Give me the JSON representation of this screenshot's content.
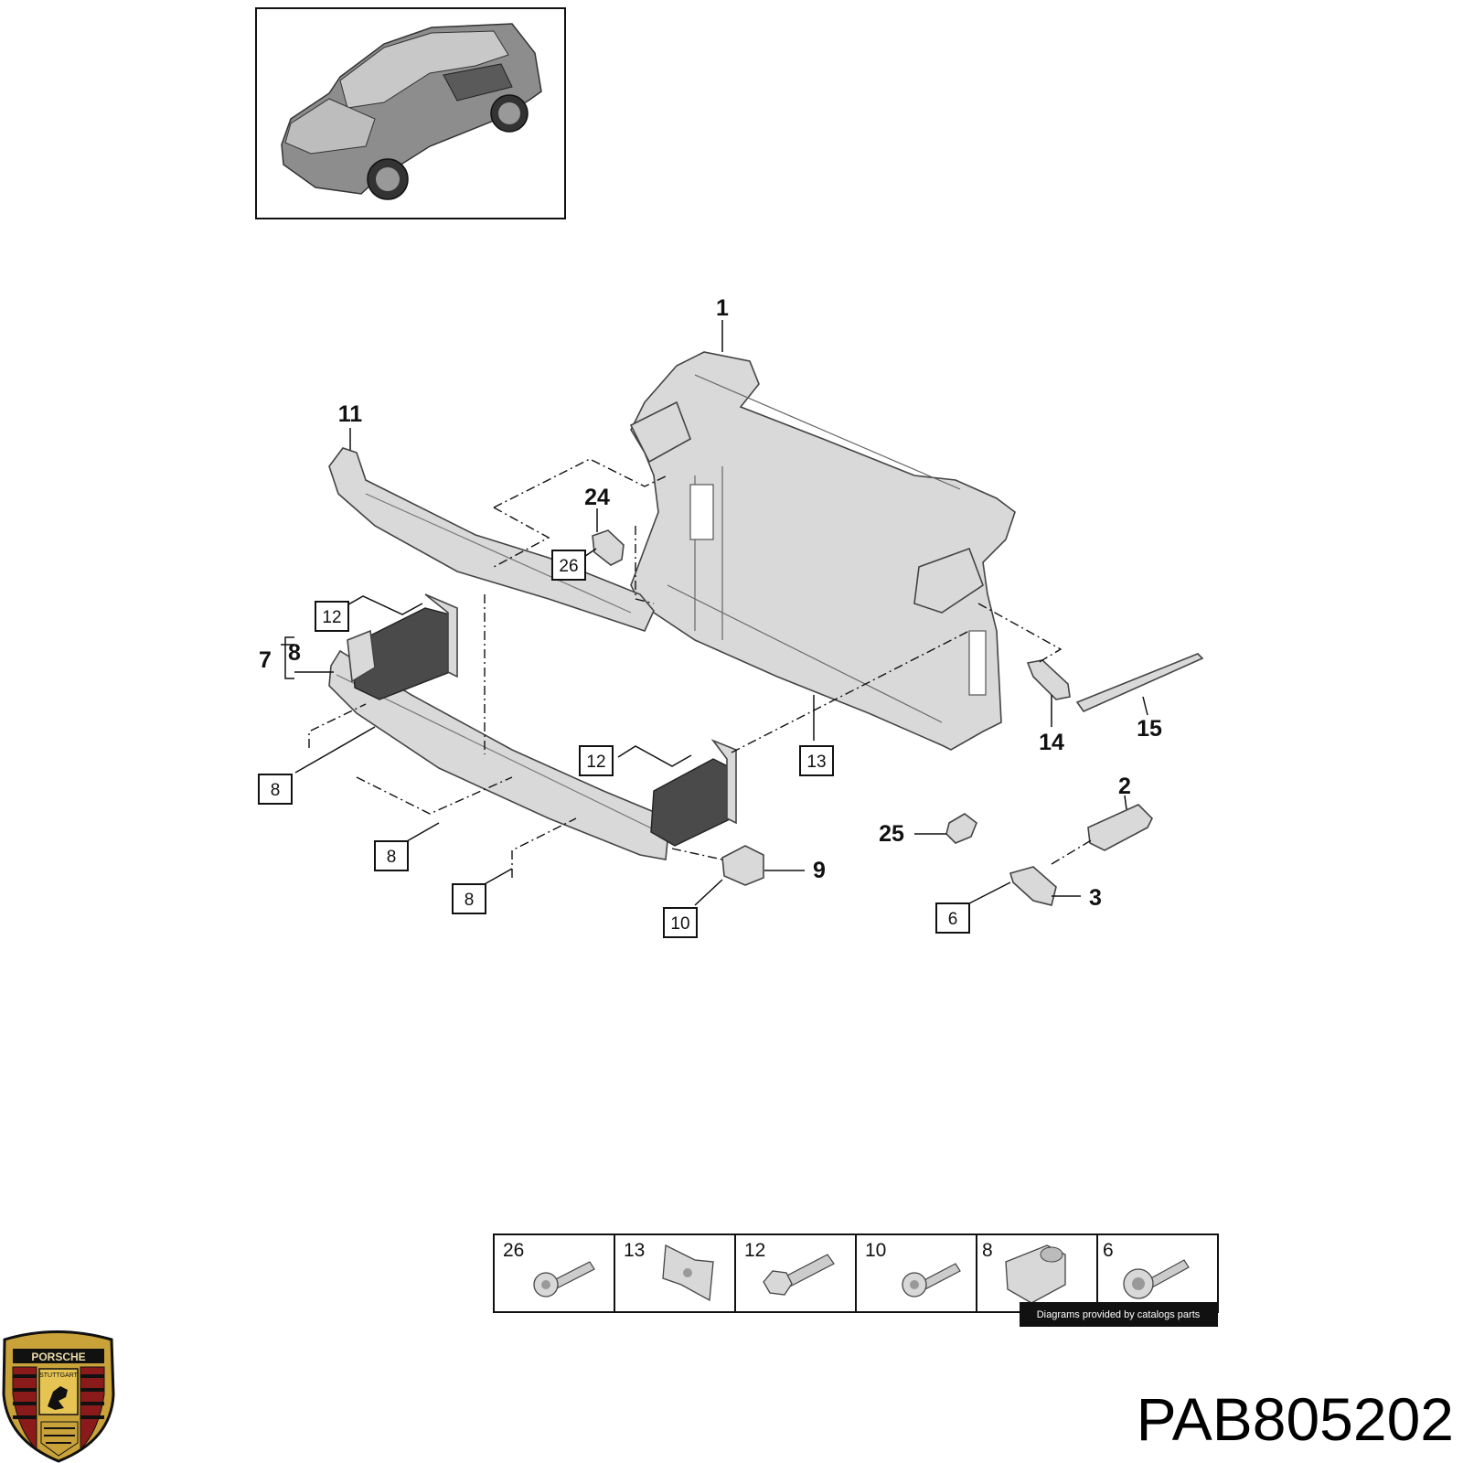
{
  "diagram": {
    "callouts": [
      {
        "id": "c1",
        "label": "1"
      },
      {
        "id": "c11",
        "label": "11"
      },
      {
        "id": "c24",
        "label": "24"
      },
      {
        "id": "c7",
        "label": "7"
      },
      {
        "id": "c8a",
        "label": "8"
      },
      {
        "id": "c14",
        "label": "14"
      },
      {
        "id": "c15",
        "label": "15"
      },
      {
        "id": "c2",
        "label": "2"
      },
      {
        "id": "c25",
        "label": "25"
      },
      {
        "id": "c9",
        "label": "9"
      },
      {
        "id": "c3",
        "label": "3"
      }
    ],
    "boxed_callouts": [
      {
        "id": "b26",
        "label": "26"
      },
      {
        "id": "b12a",
        "label": "12"
      },
      {
        "id": "b12b",
        "label": "12"
      },
      {
        "id": "b13",
        "label": "13"
      },
      {
        "id": "b8a",
        "label": "8"
      },
      {
        "id": "b8b",
        "label": "8"
      },
      {
        "id": "b8c",
        "label": "8"
      },
      {
        "id": "b10",
        "label": "10"
      },
      {
        "id": "b6",
        "label": "6"
      }
    ]
  },
  "hardware_table": {
    "cells": [
      {
        "number": "26",
        "icon": "screw-icon"
      },
      {
        "number": "13",
        "icon": "clip-nut-icon"
      },
      {
        "number": "12",
        "icon": "hex-bolt-icon"
      },
      {
        "number": "10",
        "icon": "screw-icon"
      },
      {
        "number": "8",
        "icon": "flange-nut-icon"
      },
      {
        "number": "6",
        "icon": "torx-bolt-icon"
      }
    ],
    "credit": "Diagrams provided by catalogs parts"
  },
  "part_number": "PAB805202",
  "logo": {
    "text_top": "PORSCHE",
    "text_center": "STUTTGART"
  }
}
